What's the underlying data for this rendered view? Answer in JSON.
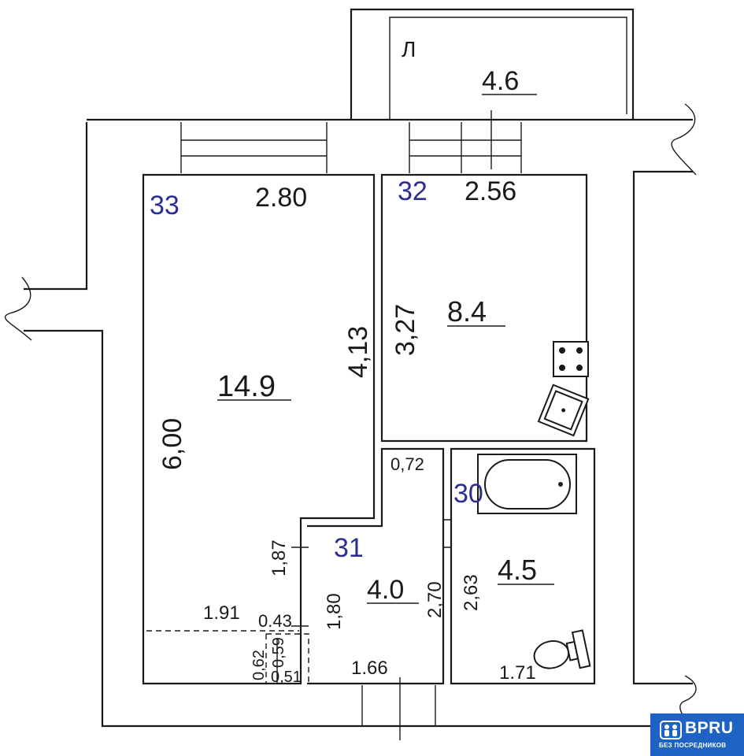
{
  "plan": {
    "balcony": {
      "label": "Л",
      "area": "4.6"
    },
    "rooms": [
      {
        "number": "33",
        "area": "14.9",
        "width": "2.80",
        "length": "6,00",
        "side": "4,13",
        "lower": "1,87",
        "notch_width": "1.91",
        "notch_depth": "0.43"
      },
      {
        "number": "32",
        "area": "8.4",
        "width": "2.56",
        "length": "3,27"
      },
      {
        "number": "31",
        "area": "4.0",
        "width": "1.66",
        "length": "1,80",
        "side": "2,70",
        "top": "0,72"
      },
      {
        "number": "30",
        "area": "4.5",
        "width": "1.71",
        "length": "2,63"
      }
    ],
    "closet": {
      "a": "0,62",
      "b": "0,59",
      "c": "0,51"
    }
  },
  "watermark": {
    "brand": "BPRU",
    "tagline": "БЕЗ ПОСРЕДНИКОВ"
  }
}
